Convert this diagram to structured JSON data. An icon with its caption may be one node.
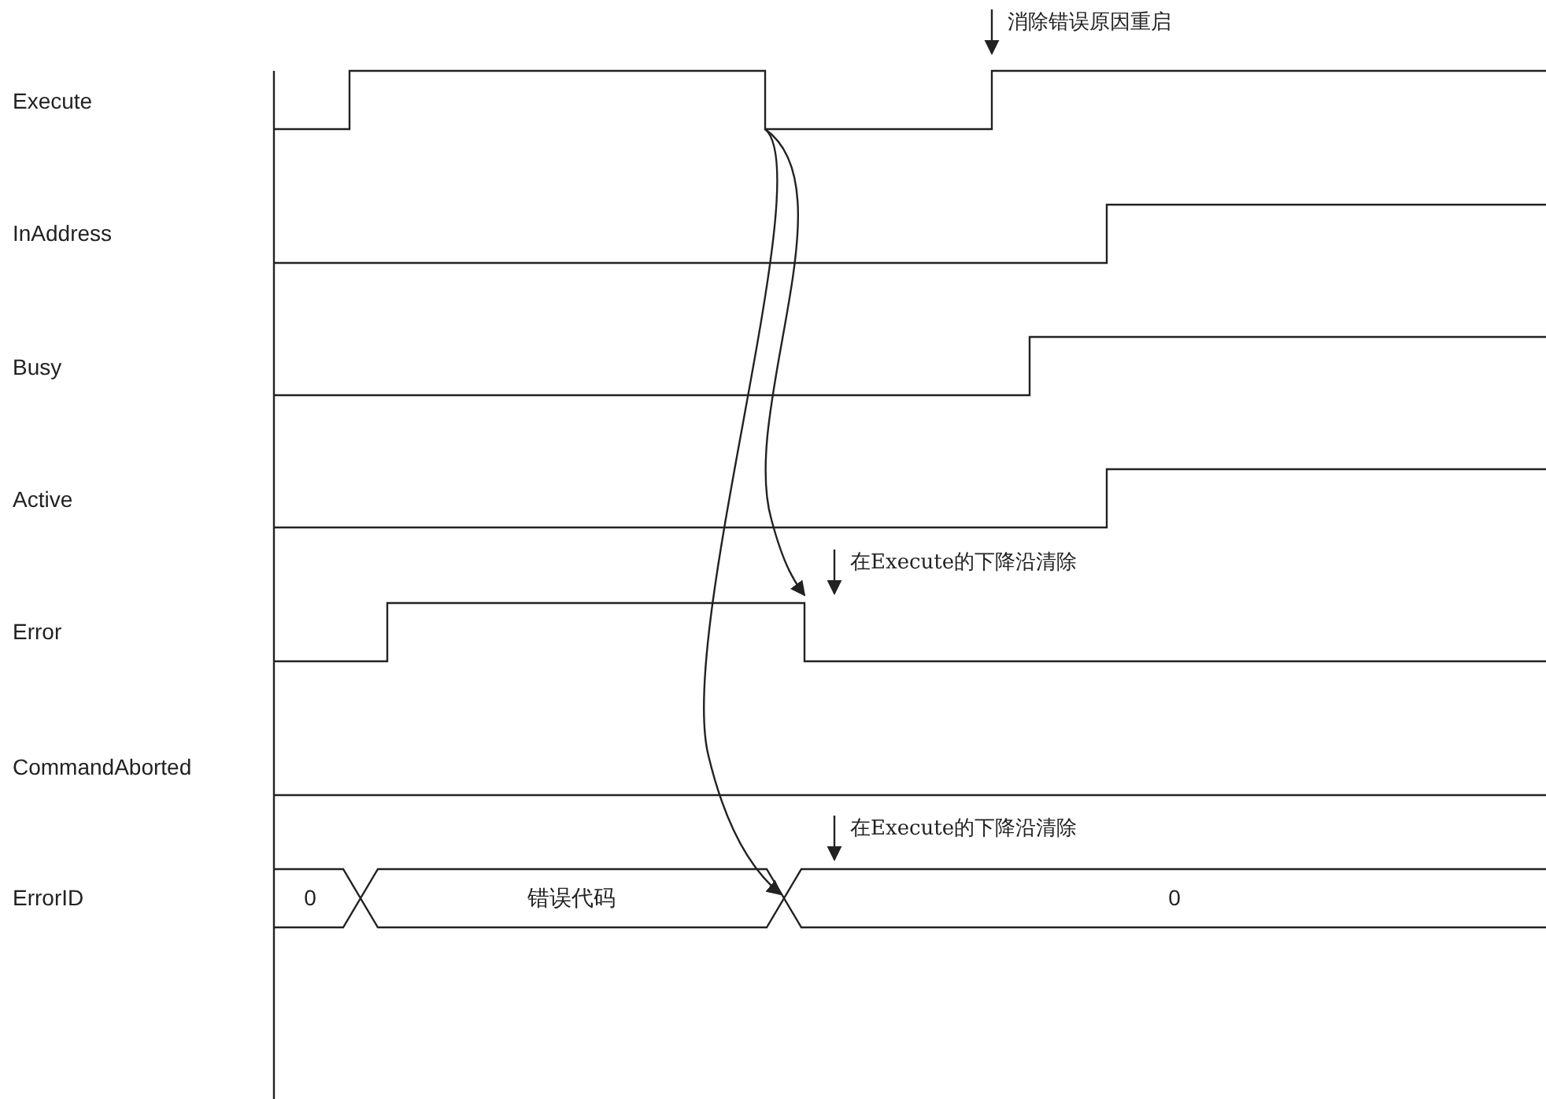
{
  "diagram": {
    "labels": [
      "消除错误原因重启",
      "Execute",
      "InAddress",
      "Busy",
      "Active",
      "在Execute的下降沿清除",
      "Error",
      "CommandAborted",
      "在Execute的下降沿清除",
      "ErrorID",
      "0",
      "错误代码",
      "0"
    ]
  }
}
